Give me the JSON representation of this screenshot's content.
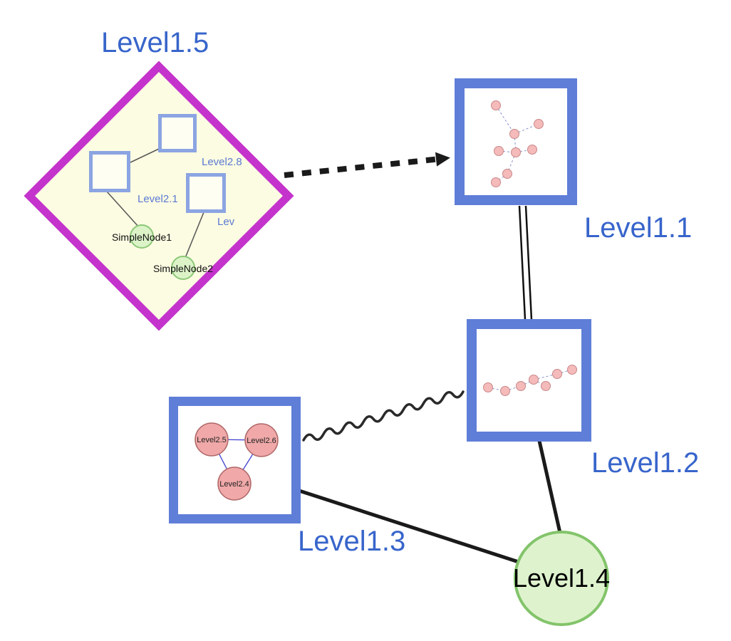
{
  "level1": {
    "l15": {
      "label": "Level1.5"
    },
    "l11": {
      "label": "Level1.1"
    },
    "l12": {
      "label": "Level1.2"
    },
    "l13": {
      "label": "Level1.3"
    },
    "l14": {
      "label": "Level1.4"
    }
  },
  "level2": {
    "l28": {
      "label": "Level2.8"
    },
    "l21": {
      "label": "Level2.1"
    },
    "lev": {
      "label": "Lev"
    },
    "sn1": {
      "label": "SimpleNode1"
    },
    "sn2": {
      "label": "SimpleNode2"
    },
    "l25": {
      "label": "Level2.5"
    },
    "l26": {
      "label": "Level2.6"
    },
    "l24": {
      "label": "Level2.4"
    }
  },
  "colors": {
    "label_blue": "#3865cb",
    "group_border_blue": "#5f7ed8",
    "diamond_border_magenta": "#c433cc",
    "diamond_fill_yellow": "#fcfce2",
    "node_green_fill": "#def3cd",
    "node_green_border": "#83c46b",
    "node_pink_fill": "#f2b2b2",
    "node_pink_border": "#bf7a7a",
    "edge_black": "#1a1a1a",
    "dashed_edge_blue": "#8890cc"
  }
}
